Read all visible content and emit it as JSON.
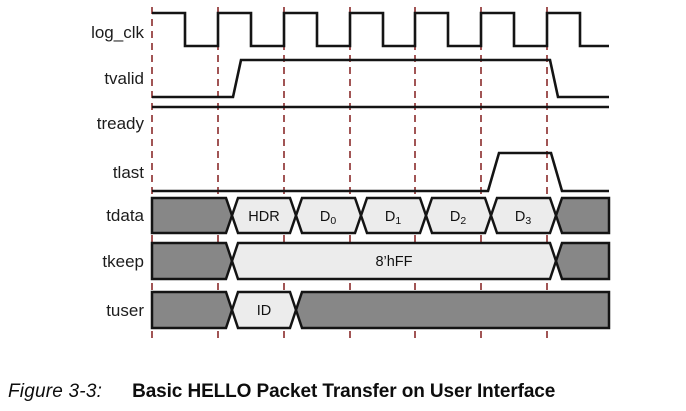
{
  "figure": {
    "signals": [
      {
        "name": "log_clk"
      },
      {
        "name": "tvalid"
      },
      {
        "name": "tready"
      },
      {
        "name": "tlast"
      },
      {
        "name": "tdata"
      },
      {
        "name": "tkeep"
      },
      {
        "name": "tuser"
      }
    ],
    "tdata_segments": [
      {
        "base": "HDR",
        "sub": ""
      },
      {
        "base": "D",
        "sub": "0"
      },
      {
        "base": "D",
        "sub": "1"
      },
      {
        "base": "D",
        "sub": "2"
      },
      {
        "base": "D",
        "sub": "3"
      }
    ],
    "tkeep_segment": {
      "base": "8’hFF",
      "sub": ""
    },
    "tuser_segment": {
      "base": "ID",
      "sub": ""
    },
    "waveform_summary": {
      "clock_pulses": 7,
      "tvalid": "low, asserts high at 2nd clock edge, deasserts after 7th",
      "tready": "asserted high for entire transfer",
      "tlast": "low, pulses high during D3 beat",
      "tdata_sequence": [
        "unknown",
        "HDR",
        "D0",
        "D1",
        "D2",
        "D3",
        "unknown"
      ],
      "tkeep_sequence": [
        "unknown",
        "8’hFF",
        "unknown"
      ],
      "tuser_sequence": [
        "unknown",
        "ID",
        "unknown"
      ]
    },
    "caption": {
      "label": "Figure 3-3:",
      "title": "Basic HELLO Packet Transfer on User Interface"
    }
  },
  "colors": {
    "background": "#ffffff",
    "waveform_line": "#141414",
    "gridline_dash": "#8a2b2b",
    "bus_unknown_fill": "#878787",
    "bus_value_fill": "#ececec",
    "label_text": "#1c1c1c"
  }
}
